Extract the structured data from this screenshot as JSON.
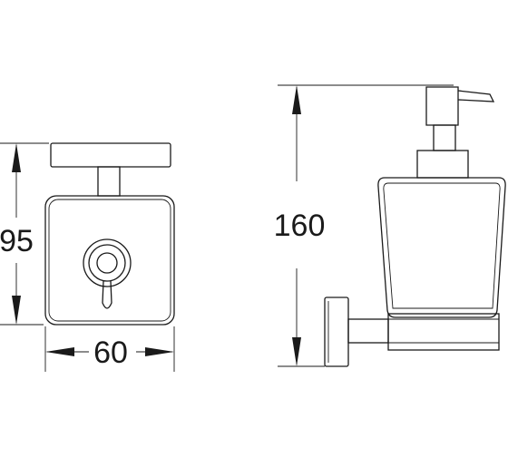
{
  "dimensions": {
    "front_height": "95",
    "front_width": "60",
    "side_height": "160"
  },
  "colors": {
    "line": "#1a1a1a",
    "background": "#ffffff"
  }
}
